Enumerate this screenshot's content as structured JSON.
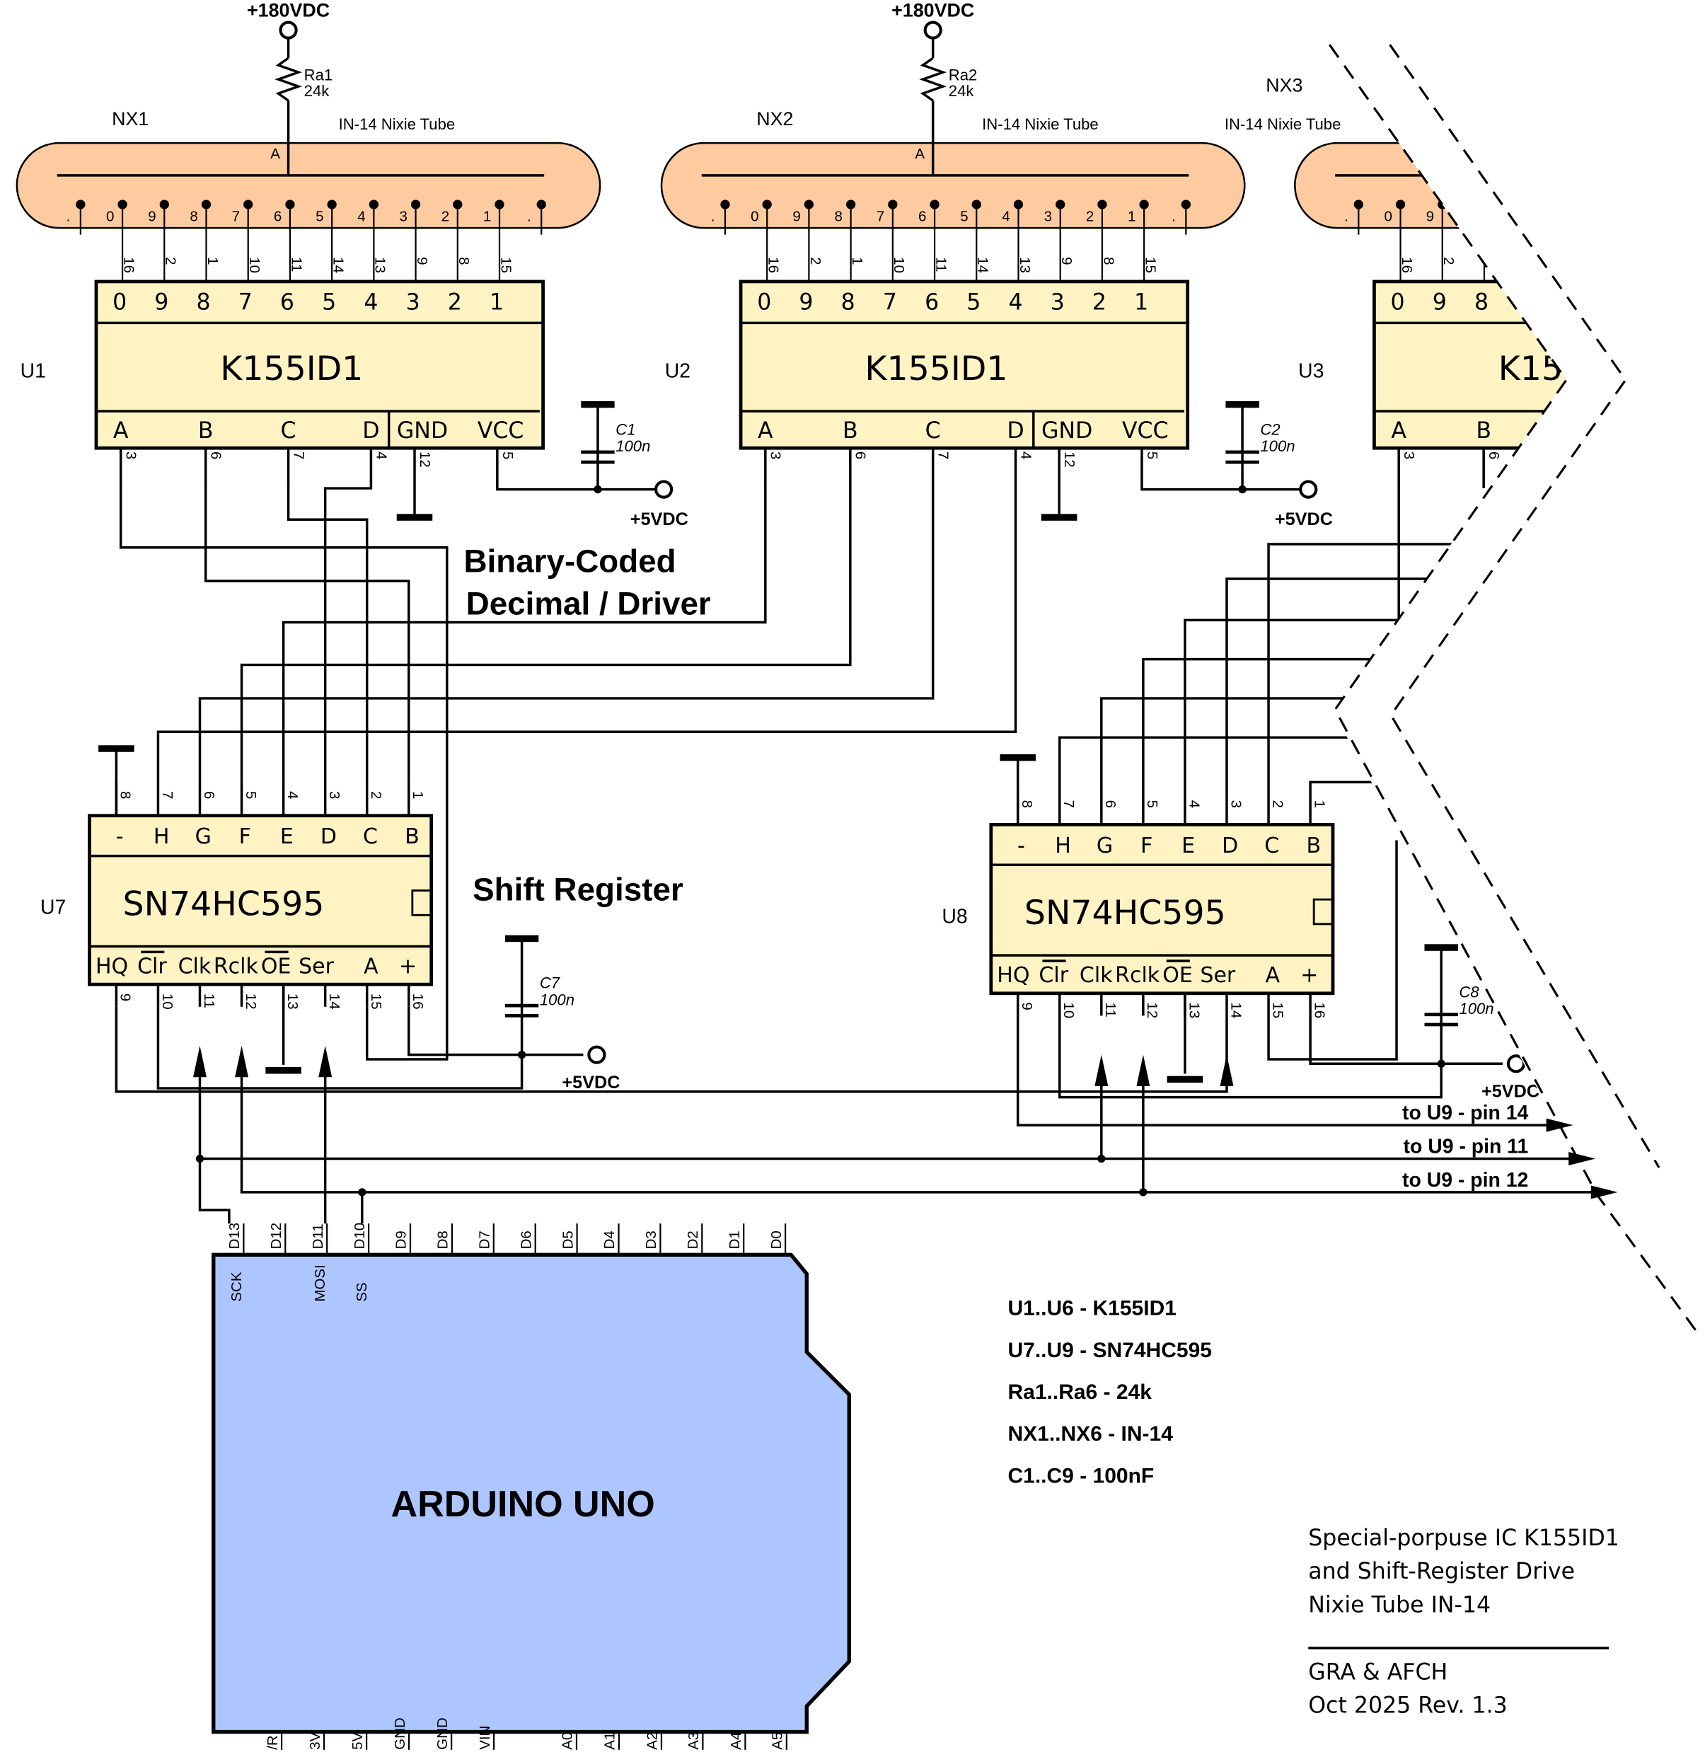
{
  "colors": {
    "tube_fill": "#FDCB9F",
    "ic_fill": "#FFF3C4",
    "arduino_fill": "#AEC6FF",
    "line": "#000000"
  },
  "supply": {
    "hv_label": "+180VDC",
    "lv_label": "+5VDC"
  },
  "tubes": [
    {
      "ref": "NX1",
      "type": "IN-14 Nixie Tube",
      "resistor": "Ra1",
      "resistor_value": "24k",
      "anode_label": "A"
    },
    {
      "ref": "NX2",
      "type": "IN-14 Nixie Tube",
      "resistor": "Ra2",
      "resistor_value": "24k",
      "anode_label": "A"
    },
    {
      "ref": "NX3",
      "type": "IN-14 Nixie Tube"
    }
  ],
  "tube_cathode_labels": [
    ".",
    "0",
    "9",
    "8",
    "7",
    "6",
    "5",
    "4",
    "3",
    "2",
    "1",
    "."
  ],
  "decoder": {
    "part": "K155ID1",
    "refs": [
      "U1",
      "U2",
      "U3"
    ],
    "top_pins": [
      {
        "label": "0",
        "pin": "16"
      },
      {
        "label": "9",
        "pin": "2"
      },
      {
        "label": "8",
        "pin": "1"
      },
      {
        "label": "7",
        "pin": "10"
      },
      {
        "label": "6",
        "pin": "11"
      },
      {
        "label": "5",
        "pin": "14"
      },
      {
        "label": "4",
        "pin": "13"
      },
      {
        "label": "3",
        "pin": "9"
      },
      {
        "label": "2",
        "pin": "8"
      },
      {
        "label": "1",
        "pin": "15"
      }
    ],
    "bottom_pins": [
      {
        "label": "A",
        "pin": "3"
      },
      {
        "label": "B",
        "pin": "6"
      },
      {
        "label": "C",
        "pin": "7"
      },
      {
        "label": "D",
        "pin": "4"
      },
      {
        "label": "GND",
        "pin": "12"
      },
      {
        "label": "VCC",
        "pin": "5"
      }
    ]
  },
  "capacitors": [
    {
      "ref": "C1",
      "value": "100n"
    },
    {
      "ref": "C2",
      "value": "100n"
    },
    {
      "ref": "C7",
      "value": "100n"
    },
    {
      "ref": "C8",
      "value": "100n"
    }
  ],
  "shift_register": {
    "part": "SN74HC595",
    "refs": [
      "U7",
      "U8"
    ],
    "top_pins": [
      {
        "label": "-",
        "pin": "8"
      },
      {
        "label": "H",
        "pin": "7"
      },
      {
        "label": "G",
        "pin": "6"
      },
      {
        "label": "F",
        "pin": "5"
      },
      {
        "label": "E",
        "pin": "4"
      },
      {
        "label": "D",
        "pin": "3"
      },
      {
        "label": "C",
        "pin": "2"
      },
      {
        "label": "B",
        "pin": "1"
      }
    ],
    "bottom_pins": [
      {
        "label": "HQ",
        "pin": "9"
      },
      {
        "label": "Clr",
        "pin": "10",
        "overbar": true
      },
      {
        "label": "Clk",
        "pin": "11"
      },
      {
        "label": "Rclk",
        "pin": "12"
      },
      {
        "label": "OE",
        "pin": "13",
        "overbar": true
      },
      {
        "label": "Ser",
        "pin": "14"
      },
      {
        "label": "A",
        "pin": "15"
      },
      {
        "label": "+",
        "pin": "16"
      }
    ]
  },
  "section_labels": {
    "bcd_line1": "Binary-Coded",
    "bcd_line2": "Decimal / Driver",
    "shift_register": "Shift Register"
  },
  "bus_outputs": [
    {
      "label": "to U9 - pin 14"
    },
    {
      "label": "to U9 - pin 11"
    },
    {
      "label": "to U9 - pin 12"
    }
  ],
  "arduino": {
    "title": "ARDUINO UNO",
    "top_pins": [
      "D13",
      "D12",
      "D11",
      "D10",
      "D9",
      "D8",
      "D7",
      "D6",
      "D5",
      "D4",
      "D3",
      "D2",
      "D1",
      "D0"
    ],
    "spi_labels": {
      "D13": "SCK",
      "D11": "MOSI",
      "D10": "SS"
    },
    "bottom_pins": [
      "/R",
      "3V",
      "5V",
      "GND",
      "GND",
      "VIN",
      "A0",
      "A1",
      "A2",
      "A3",
      "A4",
      "A5"
    ]
  },
  "bom": [
    "U1..U6 - K155ID1",
    "U7..U9 - SN74HC595",
    "Ra1..Ra6 - 24k",
    "NX1..NX6 - IN-14",
    "C1..C9 - 100nF"
  ],
  "title_block": {
    "lines": [
      "Special-porpuse IC K155ID1",
      "and Shift-Register Drive",
      "Nixie Tube IN-14"
    ],
    "author": "GRA & AFCH",
    "revision": "Oct 2025 Rev. 1.3"
  }
}
